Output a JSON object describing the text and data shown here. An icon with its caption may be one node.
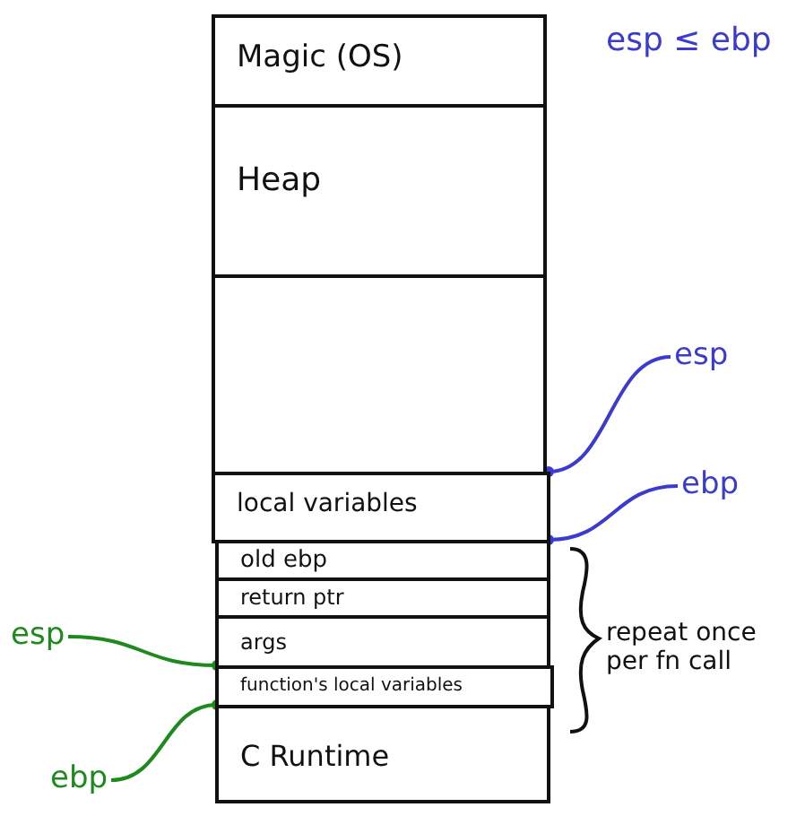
{
  "diagram": {
    "nodes": [
      {
        "text": [
          "Magic (OS)"
        ]
      },
      {
        "text": [
          "Heap"
        ]
      },
      {
        "text": [],
        "shape": "box"
      },
      {
        "text": [
          "local variables"
        ]
      },
      {
        "text": [
          "old ebp"
        ]
      },
      {
        "text": [
          "return ptr"
        ]
      },
      {
        "text": [
          "args"
        ]
      },
      {
        "text": [
          "function's local variables"
        ]
      },
      {
        "text": [
          "C Runtime"
        ]
      },
      {
        "text": [
          "esp"
        ]
      },
      {
        "text": [
          "ebp"
        ]
      },
      {
        "text": [
          "esp"
        ]
      },
      {
        "text": [
          "ebp"
        ]
      }
    ],
    "edges": [
      {
        "from": 9,
        "to": 3,
        "arrow": "other",
        "color": "#3b3bd0"
      },
      {
        "from": 10,
        "to": 4,
        "arrow": "other",
        "color": "#3b3bd0"
      },
      {
        "from": 11,
        "to": 7,
        "arrow": "other",
        "color": "#1e8a1e"
      },
      {
        "from": 12,
        "to": 8,
        "arrow": "other",
        "color": "#1e8a1e"
      }
    ],
    "labels": [
      "esp ≤ ebp",
      "repeat once per fn call"
    ]
  }
}
